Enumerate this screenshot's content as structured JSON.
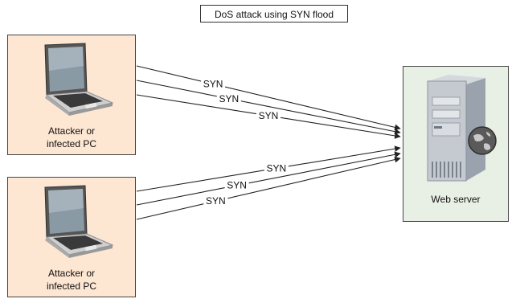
{
  "title": "DoS attack using SYN flood",
  "nodes": {
    "attacker_top": {
      "label_line1": "Attacker or",
      "label_line2": "infected PC"
    },
    "attacker_bottom": {
      "label_line1": "Attacker or",
      "label_line2": "infected PC"
    },
    "server": {
      "label": "Web server"
    }
  },
  "edges": [
    {
      "from": "attacker_top",
      "to": "server",
      "label": "SYN"
    },
    {
      "from": "attacker_top",
      "to": "server",
      "label": "SYN"
    },
    {
      "from": "attacker_top",
      "to": "server",
      "label": "SYN"
    },
    {
      "from": "attacker_bottom",
      "to": "server",
      "label": "SYN"
    },
    {
      "from": "attacker_bottom",
      "to": "server",
      "label": "SYN"
    },
    {
      "from": "attacker_bottom",
      "to": "server",
      "label": "SYN"
    }
  ],
  "colors": {
    "attacker_bg": "#fde6d2",
    "server_bg": "#e8efe4",
    "line": "#222222"
  },
  "icons": {
    "attacker": "laptop-icon",
    "server": "server-tower-icon",
    "globe": "globe-icon"
  }
}
